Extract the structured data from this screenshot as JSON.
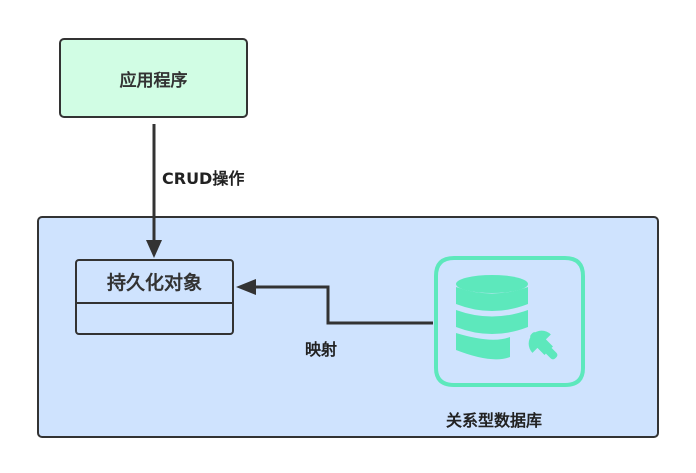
{
  "nodes": {
    "app": {
      "label": "应用程序"
    },
    "persistent_object": {
      "label": "持久化对象"
    },
    "database": {
      "label": "关系型数据库",
      "icon": "database-wrench-icon"
    }
  },
  "edges": {
    "crud": {
      "label": "CRUD操作"
    },
    "mapping": {
      "label": "映射"
    }
  },
  "colors": {
    "app_fill": "#d1fde4",
    "container_fill": "#cfe3fe",
    "icon_accent": "#5de8bc",
    "stroke": "#333333"
  }
}
